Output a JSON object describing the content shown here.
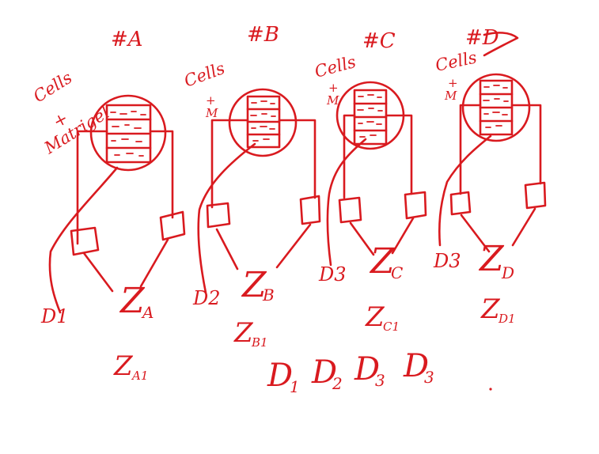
{
  "setups": [
    {
      "hash": "#A",
      "cells": "Cells",
      "plus": "+",
      "matrix": "Matrigel",
      "d": "D1",
      "z_main": "Z",
      "z_sub": "A",
      "z_prime": "Z",
      "z_prime_sub": "A1"
    },
    {
      "hash": "#B",
      "cells": "Cells",
      "plus": "+",
      "matrix": "M",
      "d": "D2",
      "z_main": "Z",
      "z_sub": "B",
      "z_prime": "Z",
      "z_prime_sub": "B1"
    },
    {
      "hash": "#C",
      "cells": "Cells",
      "plus": "+",
      "matrix": "M",
      "d": "D3",
      "z_main": "Z",
      "z_sub": "C",
      "z_prime": "Z",
      "z_prime_sub": "C1"
    },
    {
      "hash": "#D",
      "cells": "Cells",
      "plus": "+",
      "matrix": "M",
      "d": "D3",
      "z_main": "Z",
      "z_sub": "D",
      "z_prime": "Z",
      "z_prime_sub": "D1"
    }
  ],
  "bottom_row": [
    {
      "base": "D",
      "sub": "1"
    },
    {
      "base": "D",
      "sub": "2"
    },
    {
      "base": "D",
      "sub": "3"
    },
    {
      "base": "D",
      "sub": "3"
    }
  ],
  "colors": {
    "ink": "#d91a1f",
    "background": "#ffffff"
  }
}
